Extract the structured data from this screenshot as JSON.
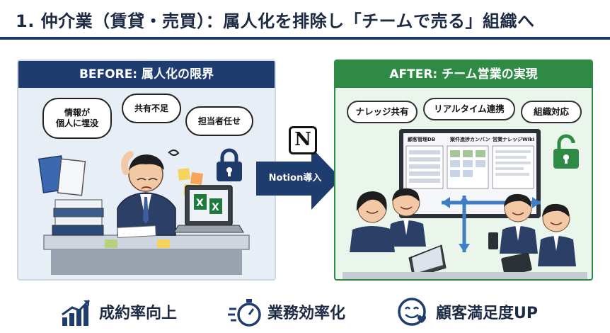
{
  "title": "1. 仲介業（賃貸・売買）：属人化を排除し「チームで売る」組織へ",
  "before": {
    "header": "BEFORE: 属人化の限界",
    "bubbles": [
      "情報が\n個人に埋没",
      "共有不足",
      "担当者任せ"
    ]
  },
  "arrow": {
    "label": "Notion導入",
    "logo": "N"
  },
  "after": {
    "header": "AFTER: チーム営業の実現",
    "pills": [
      "ナレッジ共有",
      "リアルタイム連携",
      "組織対応"
    ],
    "screen_tabs": [
      "顧客管理DB",
      "案件進捗カンバン",
      "営業ナレッジWiki"
    ]
  },
  "footer": [
    {
      "icon": "growth-chart-icon",
      "label": "成約率向上"
    },
    {
      "icon": "stopwatch-icon",
      "label": "業務効率化"
    },
    {
      "icon": "smile-heart-icon",
      "label": "顧客満足度UP"
    }
  ],
  "colors": {
    "navy": "#1f3c6e",
    "green": "#2e8a44",
    "before_bg": "#e8eef6",
    "after_bg": "#eaf6ec"
  }
}
